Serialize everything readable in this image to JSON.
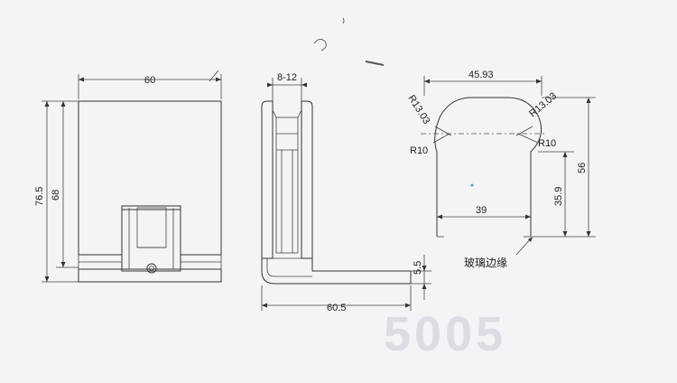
{
  "front_view": {
    "width_label": "60",
    "height_outer_label": "76.5",
    "height_inner_label": "68"
  },
  "side_view": {
    "glass_thickness_label": "8-12",
    "base_length_label": "60.5",
    "base_thickness_label": "5.5"
  },
  "top_view": {
    "top_width_label": "45.93",
    "radius_top_left_label": "R13.03",
    "radius_top_right_label": "R13.03",
    "radius_left_label": "R10",
    "radius_right_label": "R10",
    "bottom_width_label": "39",
    "inner_height_label": "35.9",
    "total_height_label": "56",
    "glass_edge_label": "玻璃边缘"
  },
  "watermark": {
    "text": "5005"
  },
  "colors": {
    "line": "#333333",
    "background": "#f4f4f6",
    "watermark": "#d6d6de"
  }
}
